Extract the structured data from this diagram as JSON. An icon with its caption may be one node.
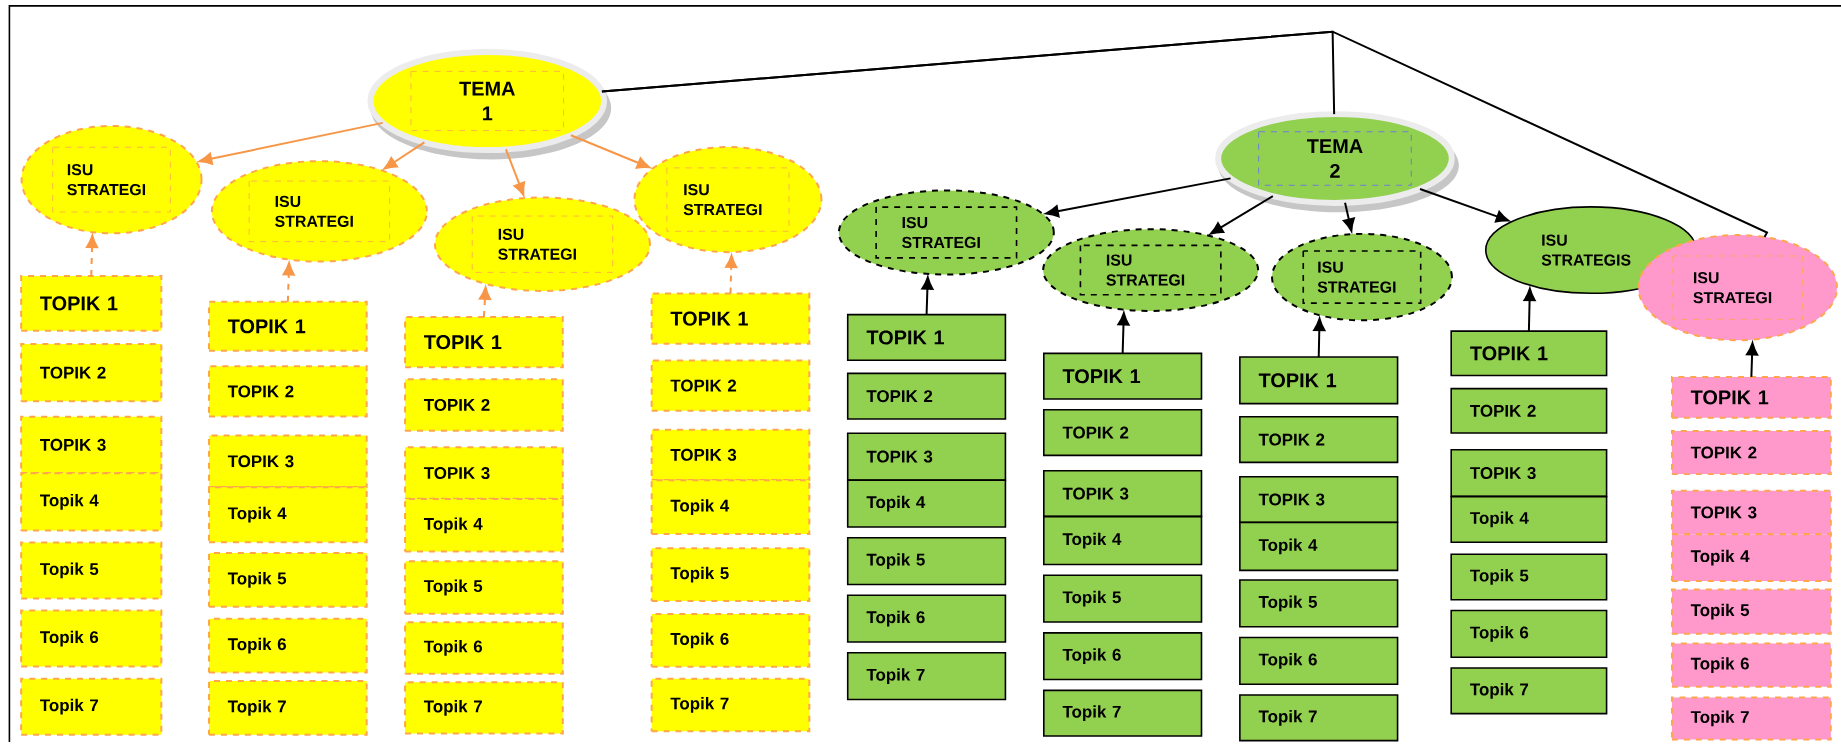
{
  "diagram": {
    "nodes": [
      {
        "text": [
          "TEMA 1"
        ]
      },
      {
        "text": [
          "TEMA 2"
        ]
      },
      {
        "text": [
          "ISU STRATEGI"
        ]
      },
      {
        "text": [
          "ISU STRATEGI"
        ]
      },
      {
        "text": [
          "ISU STRATEGI"
        ]
      },
      {
        "text": [
          "ISU STRATEGI"
        ]
      },
      {
        "text": [
          "ISU STRATEGI"
        ]
      },
      {
        "text": [
          "ISU STRATEGI"
        ]
      },
      {
        "text": [
          "ISU STRATEGI"
        ]
      },
      {
        "text": [
          "ISU STRATEGIS"
        ]
      },
      {
        "text": [
          "ISU STRATEGI"
        ]
      },
      {
        "text": [
          "TOPIK 1"
        ]
      },
      {
        "text": [
          "TOPIK 2"
        ]
      },
      {
        "text": [
          "TOPIK 3"
        ]
      },
      {
        "text": [
          "Topik 4"
        ]
      },
      {
        "text": [
          "Topik 5"
        ]
      },
      {
        "text": [
          "Topik 6"
        ]
      },
      {
        "text": [
          "Topik 7"
        ]
      },
      {
        "text": [
          "TOPIK 1"
        ]
      },
      {
        "text": [
          "TOPIK 2"
        ]
      },
      {
        "text": [
          "TOPIK 3"
        ]
      },
      {
        "text": [
          "Topik 4"
        ]
      },
      {
        "text": [
          "Topik 5"
        ]
      },
      {
        "text": [
          "Topik 6"
        ]
      },
      {
        "text": [
          "Topik 7"
        ]
      },
      {
        "text": [
          "TOPIK 1"
        ]
      },
      {
        "text": [
          "TOPIK 2"
        ]
      },
      {
        "text": [
          "TOPIK 3"
        ]
      },
      {
        "text": [
          "Topik 4"
        ]
      },
      {
        "text": [
          "Topik 5"
        ]
      },
      {
        "text": [
          "Topik 6"
        ]
      },
      {
        "text": [
          "Topik 7"
        ]
      },
      {
        "text": [
          "TOPIK 1"
        ]
      },
      {
        "text": [
          "TOPIK 2"
        ]
      },
      {
        "text": [
          "TOPIK 3"
        ]
      },
      {
        "text": [
          "Topik 4"
        ]
      },
      {
        "text": [
          "Topik 5"
        ]
      },
      {
        "text": [
          "Topik 6"
        ]
      },
      {
        "text": [
          "Topik 7"
        ]
      },
      {
        "text": [
          "TOPIK 1"
        ]
      },
      {
        "text": [
          "TOPIK 2"
        ]
      },
      {
        "text": [
          "TOPIK 3"
        ]
      },
      {
        "text": [
          "Topik 4"
        ]
      },
      {
        "text": [
          "Topik 5"
        ]
      },
      {
        "text": [
          "Topik 6"
        ]
      },
      {
        "text": [
          "Topik 7"
        ]
      },
      {
        "text": [
          "TOPIK 1"
        ]
      },
      {
        "text": [
          "TOPIK 2"
        ]
      },
      {
        "text": [
          "TOPIK 3"
        ]
      },
      {
        "text": [
          "Topik 4"
        ]
      },
      {
        "text": [
          "Topik 5"
        ]
      },
      {
        "text": [
          "Topik 6"
        ]
      },
      {
        "text": [
          "Topik 7"
        ]
      },
      {
        "text": [
          "TOPIK 1"
        ]
      },
      {
        "text": [
          "TOPIK 2"
        ]
      },
      {
        "text": [
          "TOPIK 3"
        ]
      },
      {
        "text": [
          "Topik 4"
        ]
      },
      {
        "text": [
          "Topik 5"
        ]
      },
      {
        "text": [
          "Topik 6"
        ]
      },
      {
        "text": [
          "Topik 7"
        ]
      },
      {
        "text": [
          "TOPIK 1"
        ]
      },
      {
        "text": [
          "TOPIK 2"
        ]
      },
      {
        "text": [
          "TOPIK 3"
        ]
      },
      {
        "text": [
          "Topik 4"
        ]
      },
      {
        "text": [
          "Topik 5"
        ]
      },
      {
        "text": [
          "Topik 6"
        ]
      },
      {
        "text": [
          "Topik 7"
        ]
      },
      {
        "text": [
          "TOPIK 1"
        ]
      },
      {
        "text": [
          "TOPIK 2"
        ]
      },
      {
        "text": [
          "TOPIK 3"
        ]
      },
      {
        "text": [
          "Topik 4"
        ]
      },
      {
        "text": [
          "Topik 5"
        ]
      },
      {
        "text": [
          "Topik 6"
        ]
      },
      {
        "text": [
          "Topik 7"
        ]
      }
    ],
    "edges": [
      {
        "from": 0,
        "to": 2,
        "arrow": "to",
        "color": "#f79646"
      },
      {
        "from": 0,
        "to": 3,
        "arrow": "to",
        "color": "#f79646"
      },
      {
        "from": 0,
        "to": 4,
        "arrow": "to",
        "color": "#f79646"
      },
      {
        "from": 0,
        "to": 5,
        "arrow": "to",
        "color": "#f79646"
      },
      {
        "from": 0,
        "to": 1,
        "arrow": "none"
      },
      {
        "from": 0,
        "to": 10,
        "arrow": "none"
      },
      {
        "from": 1,
        "to": 6,
        "arrow": "to"
      },
      {
        "from": 1,
        "to": 7,
        "arrow": "to"
      },
      {
        "from": 1,
        "to": 8,
        "arrow": "to"
      },
      {
        "from": 1,
        "to": 9,
        "arrow": "to"
      },
      {
        "from": 11,
        "to": 2,
        "arrow": "to",
        "style": "dashed",
        "color": "#f79646"
      },
      {
        "from": 18,
        "to": 3,
        "arrow": "to",
        "style": "dashed",
        "color": "#f79646"
      },
      {
        "from": 25,
        "to": 4,
        "arrow": "to",
        "style": "dashed",
        "color": "#f79646"
      },
      {
        "from": 32,
        "to": 5,
        "arrow": "to",
        "style": "dashed",
        "color": "#f79646"
      },
      {
        "from": 39,
        "to": 6,
        "arrow": "to"
      },
      {
        "from": 46,
        "to": 7,
        "arrow": "to"
      },
      {
        "from": 53,
        "to": 8,
        "arrow": "to"
      },
      {
        "from": 60,
        "to": 9,
        "arrow": "to"
      },
      {
        "from": 67,
        "to": 10,
        "arrow": "to"
      }
    ]
  }
}
